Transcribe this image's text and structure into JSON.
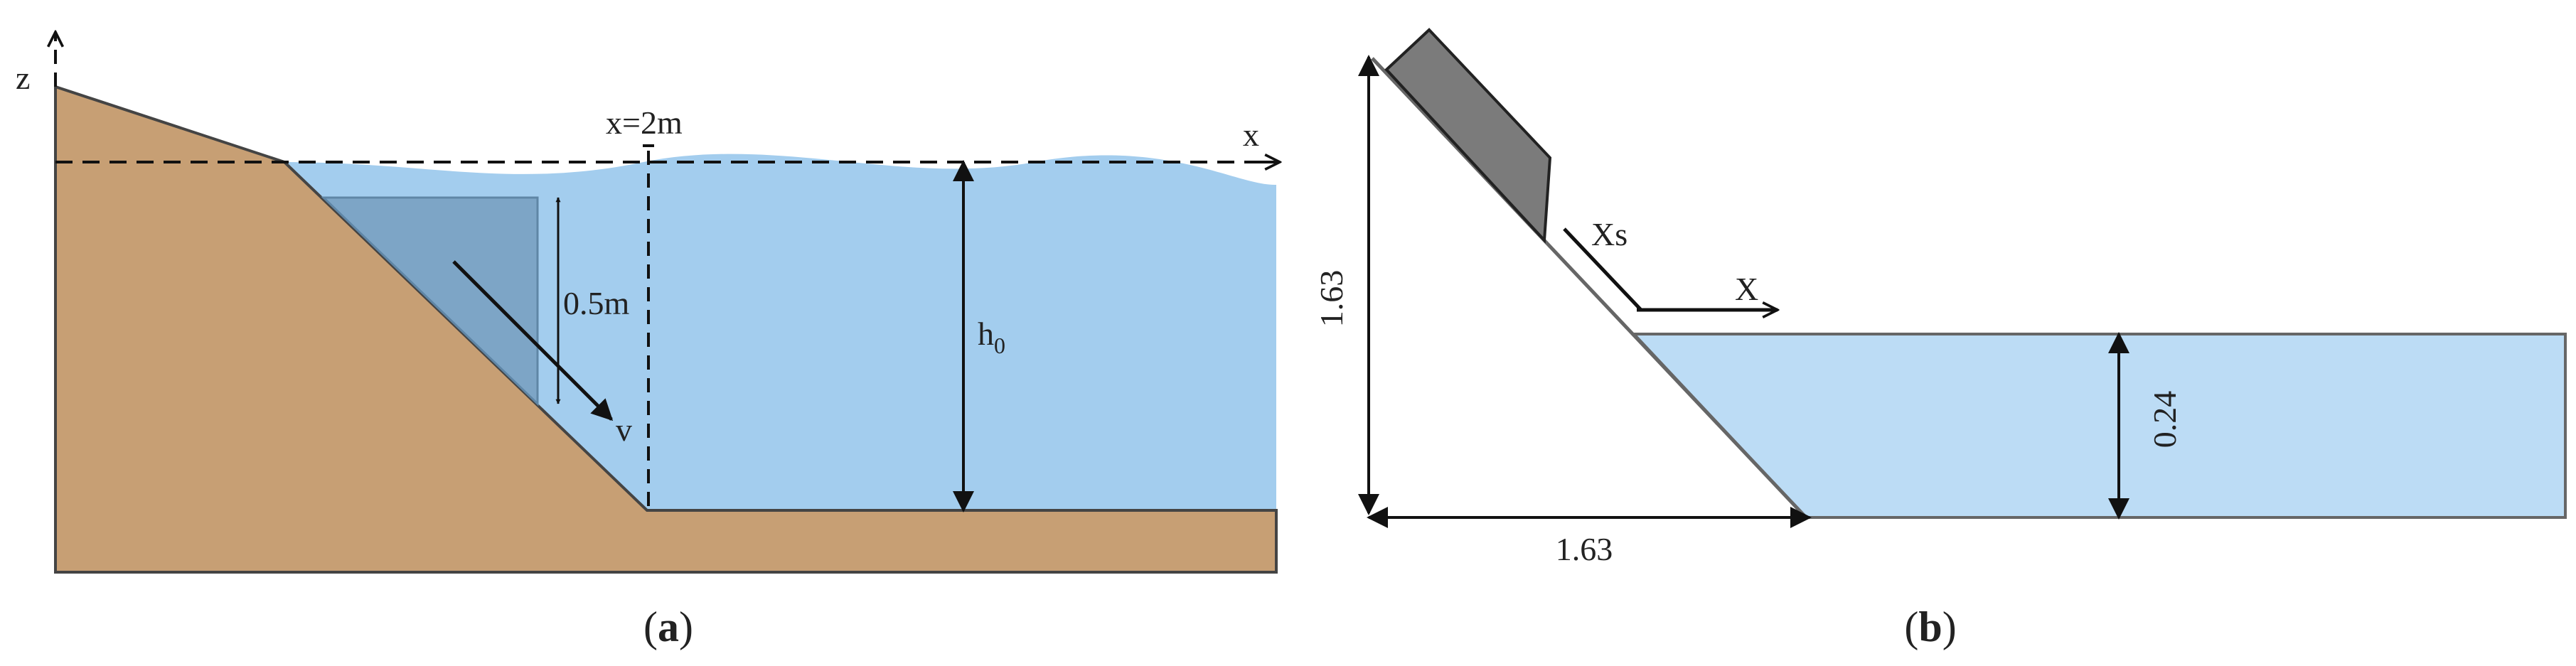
{
  "panel_a": {
    "axis_z": "z",
    "axis_x": "x",
    "marker_label": "x=2m",
    "block_height_label": "0.5m",
    "velocity_label": "v",
    "depth_label": "h",
    "depth_subscript": "0",
    "caption_open": "(",
    "caption_letter": "a",
    "caption_close": ")",
    "colors": {
      "soil": "#c79f74",
      "water": "#a3cdee",
      "block": "#7da5c6",
      "outline": "#444444"
    }
  },
  "panel_b": {
    "slope_height_label": "1.63",
    "slope_base_label": "1.63",
    "water_depth_label": "0.24",
    "xs_label": "Xs",
    "x_label": "X",
    "caption_open": "(",
    "caption_letter": "b",
    "caption_close": ")",
    "colors": {
      "water": "#bcdcf5",
      "block": "#7b7b7b",
      "outline": "#666666"
    }
  }
}
